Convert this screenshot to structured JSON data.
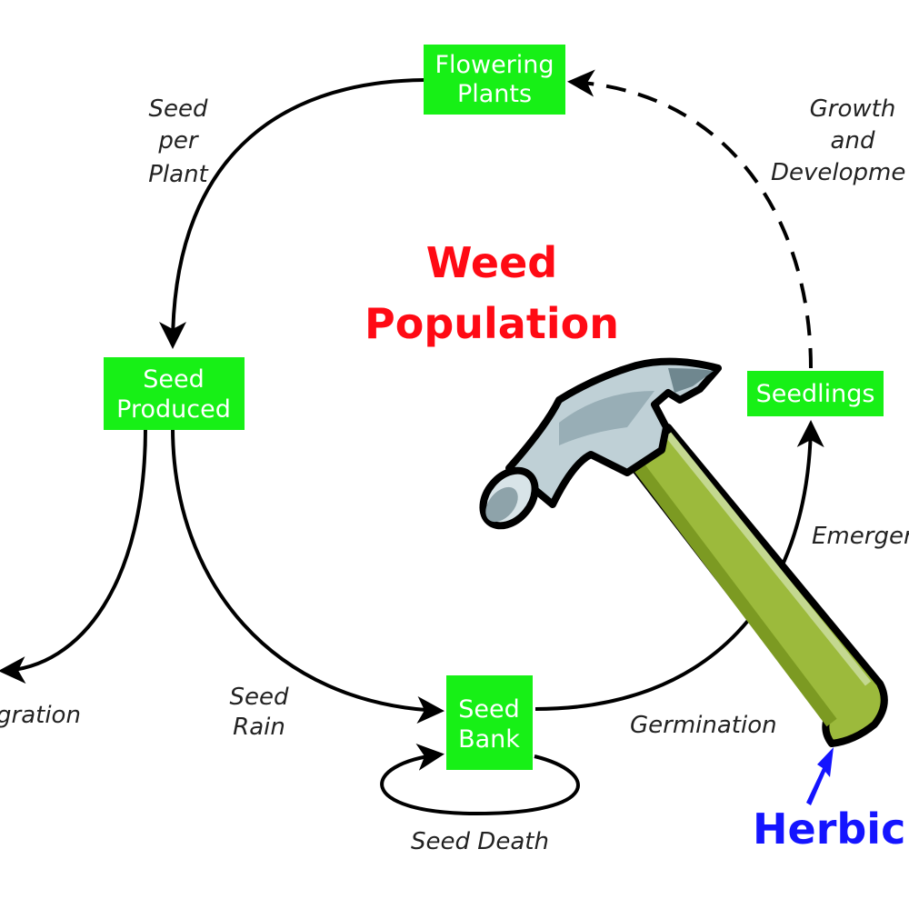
{
  "title": {
    "line1": "Weed",
    "line2": "Population",
    "color": "#ff0a14"
  },
  "stages": {
    "flowering_plants": {
      "line1": "Flowering",
      "line2": "Plants"
    },
    "seed_produced": {
      "line1": "Seed",
      "line2": "Produced"
    },
    "seed_bank": {
      "line1": "Seed",
      "line2": "Bank"
    },
    "seedlings": {
      "line1": "Seedlings"
    }
  },
  "transitions": {
    "seed_per_plant": [
      "Seed",
      "per",
      "Plant"
    ],
    "growth_and_development": [
      "Growth",
      "and",
      "Developme"
    ],
    "seed_rain": [
      "Seed",
      "Rain"
    ],
    "germination": "Germination",
    "seed_death": "Seed Death",
    "emergence": "Emerger",
    "emigration": "gration"
  },
  "intervention": {
    "label": "Herbici",
    "color": "#1414ff",
    "tool_icon": "hammer-icon"
  },
  "colors": {
    "box_fill": "#17f016",
    "arrow": "#000000",
    "hammer_head": "#bfd0d6",
    "hammer_handle": "#9cba3c"
  }
}
